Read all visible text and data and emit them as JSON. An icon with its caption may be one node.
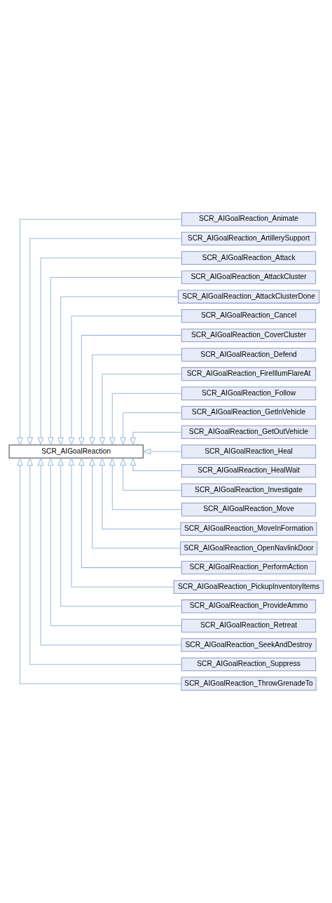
{
  "diagram": {
    "nodes": [
      {
        "text": [
          "SCR_AIGoalReaction"
        ]
      },
      {
        "text": [
          "SCR_AIGoalReaction_Animate"
        ]
      },
      {
        "text": [
          "SCR_AIGoalReaction_ArtillerySupport"
        ]
      },
      {
        "text": [
          "SCR_AIGoalReaction_Attack"
        ]
      },
      {
        "text": [
          "SCR_AIGoalReaction_AttackCluster"
        ]
      },
      {
        "text": [
          "SCR_AIGoalReaction_AttackClusterDone"
        ]
      },
      {
        "text": [
          "SCR_AIGoalReaction_Cancel"
        ]
      },
      {
        "text": [
          "SCR_AIGoalReaction_CoverCluster"
        ]
      },
      {
        "text": [
          "SCR_AIGoalReaction_Defend"
        ]
      },
      {
        "text": [
          "SCR_AIGoalReaction_FireIllumFlareAt"
        ]
      },
      {
        "text": [
          "SCR_AIGoalReaction_Follow"
        ]
      },
      {
        "text": [
          "SCR_AIGoalReaction_GetInVehicle"
        ]
      },
      {
        "text": [
          "SCR_AIGoalReaction_GetOutVehicle"
        ]
      },
      {
        "text": [
          "SCR_AIGoalReaction_Heal"
        ]
      },
      {
        "text": [
          "SCR_AIGoalReaction_HealWait"
        ]
      },
      {
        "text": [
          "SCR_AIGoalReaction_Investigate"
        ]
      },
      {
        "text": [
          "SCR_AIGoalReaction_Move"
        ]
      },
      {
        "text": [
          "SCR_AIGoalReaction_MoveInFormation"
        ]
      },
      {
        "text": [
          "SCR_AIGoalReaction_OpenNavlinkDoor"
        ]
      },
      {
        "text": [
          "SCR_AIGoalReaction_PerformAction"
        ]
      },
      {
        "text": [
          "SCR_AIGoalReaction_PickupInventoryItems"
        ]
      },
      {
        "text": [
          "SCR_AIGoalReaction_ProvideAmmo"
        ]
      },
      {
        "text": [
          "SCR_AIGoalReaction_Retreat"
        ]
      },
      {
        "text": [
          "SCR_AIGoalReaction_SeekAndDestroy"
        ]
      },
      {
        "text": [
          "SCR_AIGoalReaction_Suppress"
        ]
      },
      {
        "text": [
          "SCR_AIGoalReaction_ThrowGrenadeTo"
        ]
      }
    ],
    "edges": [
      {
        "from": 1,
        "to": 0,
        "arrow": "to"
      },
      {
        "from": 2,
        "to": 0,
        "arrow": "to"
      },
      {
        "from": 3,
        "to": 0,
        "arrow": "to"
      },
      {
        "from": 4,
        "to": 0,
        "arrow": "to"
      },
      {
        "from": 5,
        "to": 0,
        "arrow": "to"
      },
      {
        "from": 6,
        "to": 0,
        "arrow": "to"
      },
      {
        "from": 7,
        "to": 0,
        "arrow": "to"
      },
      {
        "from": 8,
        "to": 0,
        "arrow": "to"
      },
      {
        "from": 9,
        "to": 0,
        "arrow": "to"
      },
      {
        "from": 10,
        "to": 0,
        "arrow": "to"
      },
      {
        "from": 11,
        "to": 0,
        "arrow": "to"
      },
      {
        "from": 12,
        "to": 0,
        "arrow": "to"
      },
      {
        "from": 13,
        "to": 0,
        "arrow": "to"
      },
      {
        "from": 14,
        "to": 0,
        "arrow": "to"
      },
      {
        "from": 15,
        "to": 0,
        "arrow": "to"
      },
      {
        "from": 16,
        "to": 0,
        "arrow": "to"
      },
      {
        "from": 17,
        "to": 0,
        "arrow": "to"
      },
      {
        "from": 18,
        "to": 0,
        "arrow": "to"
      },
      {
        "from": 19,
        "to": 0,
        "arrow": "to"
      },
      {
        "from": 20,
        "to": 0,
        "arrow": "to"
      },
      {
        "from": 21,
        "to": 0,
        "arrow": "to"
      },
      {
        "from": 22,
        "to": 0,
        "arrow": "to"
      },
      {
        "from": 23,
        "to": 0,
        "arrow": "to"
      },
      {
        "from": 24,
        "to": 0,
        "arrow": "to"
      },
      {
        "from": 25,
        "to": 0,
        "arrow": "to"
      }
    ]
  }
}
